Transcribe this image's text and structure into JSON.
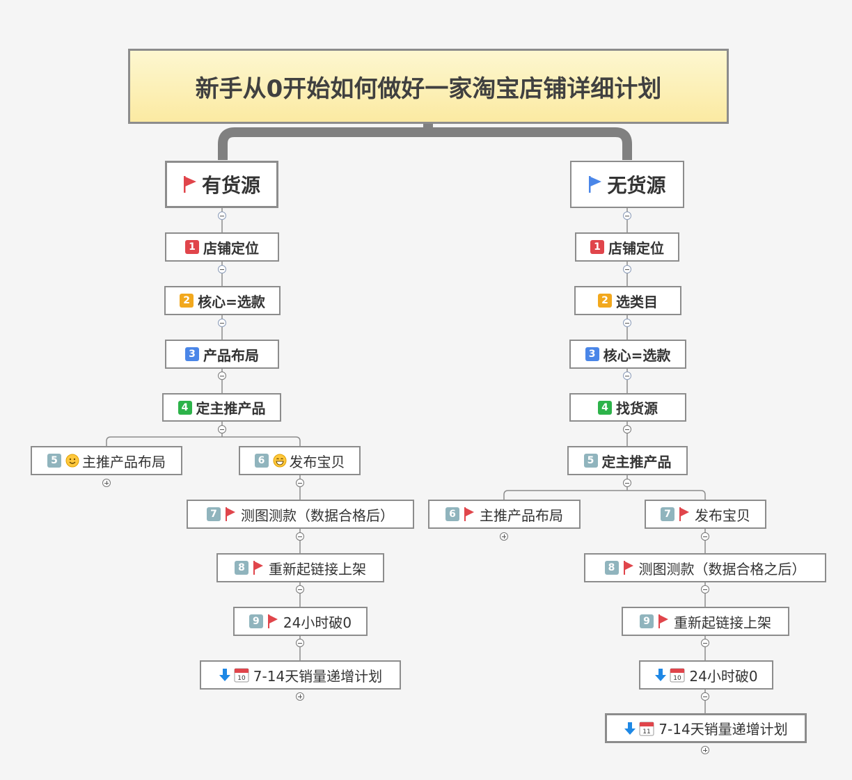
{
  "title": "新手从0开始如何做好一家淘宝店铺详细计划",
  "colors": {
    "flag_red": "#e0454b",
    "flag_blue": "#4a86e8",
    "num_red": "#e0454b",
    "num_yellow": "#f2a81d",
    "num_blue": "#4a86e8",
    "num_green": "#2db34a",
    "num_gray": "#90b4bd",
    "arrow_blue": "#1e88e5"
  },
  "left": {
    "label": "有货源",
    "steps": [
      {
        "num": "1",
        "label": "店铺定位"
      },
      {
        "num": "2",
        "label": "核心=选款"
      },
      {
        "num": "3",
        "label": "产品布局"
      },
      {
        "num": "4",
        "label": "定主推产品"
      }
    ],
    "sub_a": {
      "num": "5",
      "icon": "smile-emoji",
      "label": "主推产品布局"
    },
    "sub_b": {
      "num": "6",
      "icon": "grin-emoji",
      "label": "发布宝贝"
    },
    "chain": [
      {
        "num": "7",
        "label": "测图测款（数据合格后）"
      },
      {
        "num": "8",
        "label": "重新起链接上架"
      },
      {
        "num": "9",
        "label": "24小时破0"
      }
    ],
    "last": {
      "cal_day": "10",
      "label": "7-14天销量递增计划"
    }
  },
  "right": {
    "label": "无货源",
    "steps": [
      {
        "num": "1",
        "label": "店铺定位"
      },
      {
        "num": "2",
        "label": "选类目"
      },
      {
        "num": "3",
        "label": "核心=选款"
      },
      {
        "num": "4",
        "label": "找货源"
      },
      {
        "num": "5",
        "label": "定主推产品"
      }
    ],
    "sub_a": {
      "num": "6",
      "label": "主推产品布局"
    },
    "sub_b": {
      "num": "7",
      "label": "发布宝贝"
    },
    "chain": [
      {
        "num": "8",
        "label": "测图测款（数据合格之后）"
      },
      {
        "num": "9",
        "label": "重新起链接上架"
      }
    ],
    "pre_last": {
      "cal_day": "10",
      "label": "24小时破0"
    },
    "last": {
      "cal_day": "11",
      "label": "7-14天销量递增计划"
    }
  }
}
